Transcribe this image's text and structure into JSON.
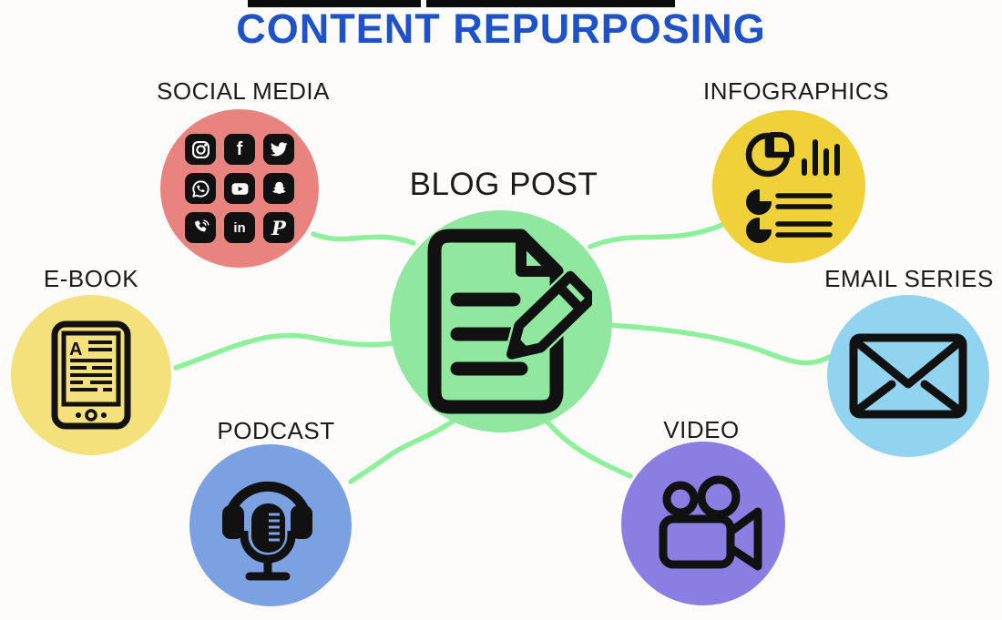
{
  "title": {
    "text": "CONTENT REPURPOSING",
    "color": "#1d52c9"
  },
  "center": {
    "label": "BLOG POST",
    "color": "#90e8a0",
    "icon": "document-pencil-icon"
  },
  "nodes": {
    "social": {
      "label": "SOCIAL MEDIA",
      "color": "#e9837f",
      "icon": "social-apps-grid-icon",
      "apps": [
        "Instagram",
        "Facebook",
        "Twitter",
        "WhatsApp",
        "YouTube",
        "Snapchat",
        "Phone",
        "LinkedIn",
        "Pinterest"
      ]
    },
    "infographics": {
      "label": "INFOGRAPHICS",
      "color": "#f0d13a",
      "icon": "pie-and-bar-chart-icon"
    },
    "ebook": {
      "label": "E-BOOK",
      "color": "#f5e17c",
      "icon": "ereader-tablet-icon"
    },
    "email": {
      "label": "EMAIL SERIES",
      "color": "#92d4ef",
      "icon": "envelope-icon"
    },
    "podcast": {
      "label": "PODCAST",
      "color": "#7ba1e2",
      "icon": "microphone-headphones-icon"
    },
    "video": {
      "label": "VIDEO",
      "color": "#8b7ee2",
      "icon": "video-camera-icon"
    }
  },
  "connectors": {
    "color": "#8df09a"
  },
  "decor": {
    "top_bar_color": "#0b0b0b",
    "background": "#fdfcfb",
    "icon_color": "#111111"
  }
}
